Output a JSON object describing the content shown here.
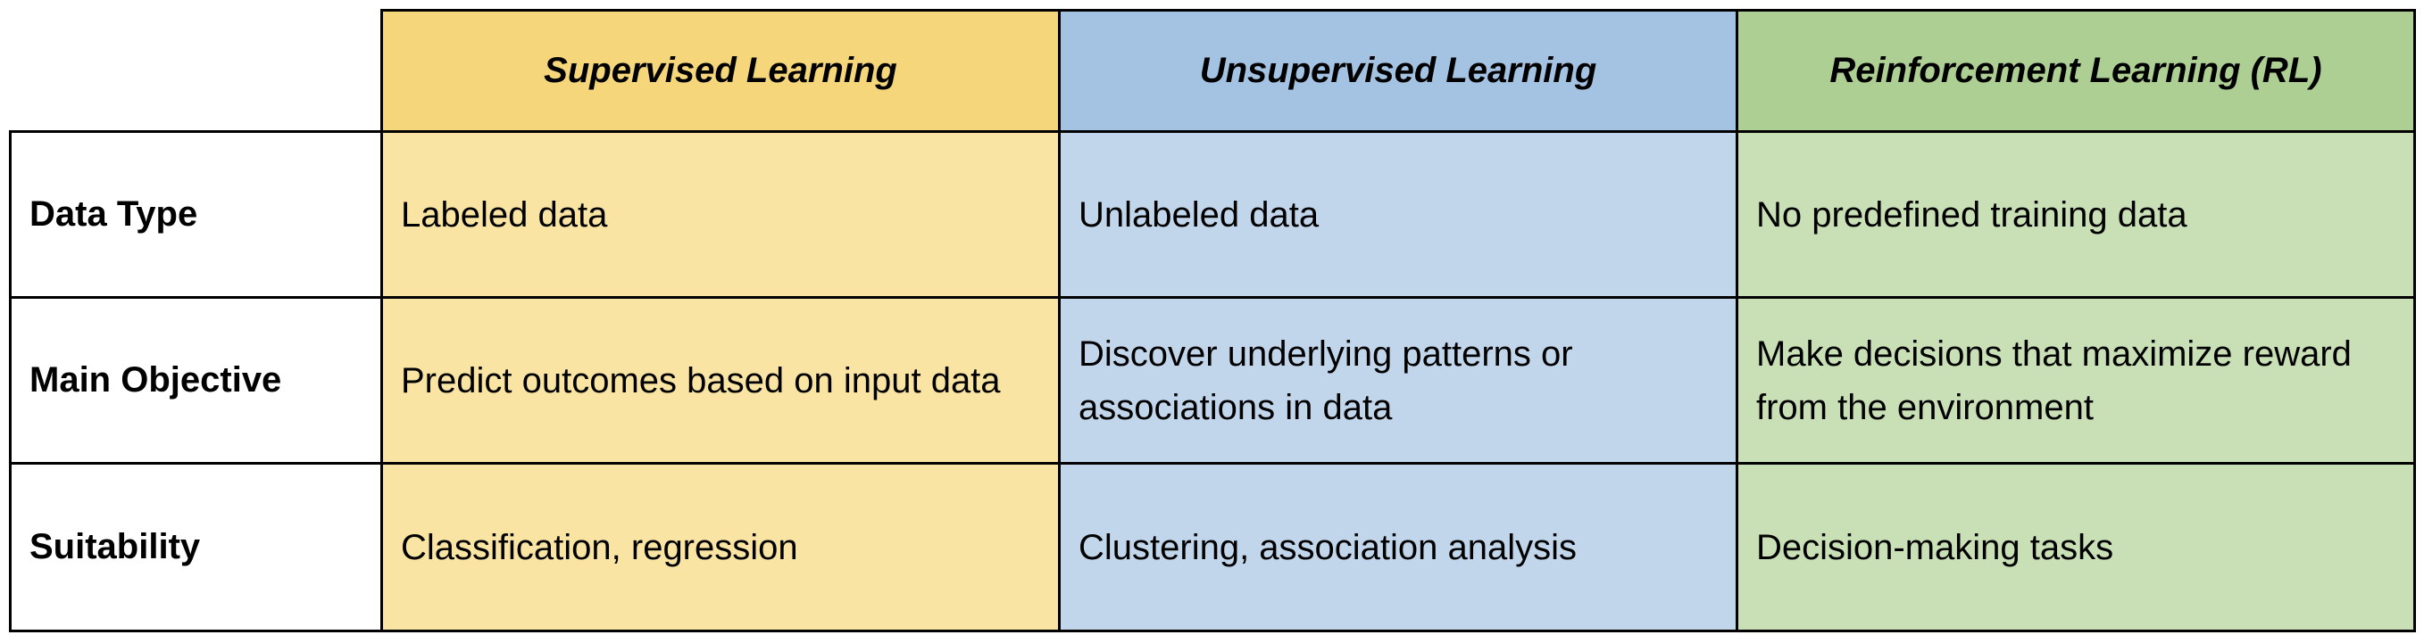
{
  "columns": [
    {
      "header": "Supervised Learning"
    },
    {
      "header": "Unsupervised Learning"
    },
    {
      "header": "Reinforcement Learning (RL)"
    }
  ],
  "rows": [
    {
      "label": "Data Type",
      "cells": [
        "Labeled data",
        "Unlabeled data",
        "No predefined training data"
      ]
    },
    {
      "label": "Main Objective",
      "cells": [
        "Predict outcomes based on input data",
        "Discover underlying patterns or associations in data",
        "Make decisions that maximize reward from the environment"
      ]
    },
    {
      "label": "Suitability",
      "cells": [
        "Classification, regression",
        "Clustering, association analysis",
        "Decision-making tasks"
      ]
    }
  ],
  "colors": {
    "supervised_header": "#f6d67b",
    "supervised_body": "#f9e4a3",
    "unsupervised_header": "#a4c2e2",
    "unsupervised_body": "#c2d6eb",
    "reinforcement_header": "#aecf93",
    "reinforcement_body": "#c9dfb6"
  }
}
